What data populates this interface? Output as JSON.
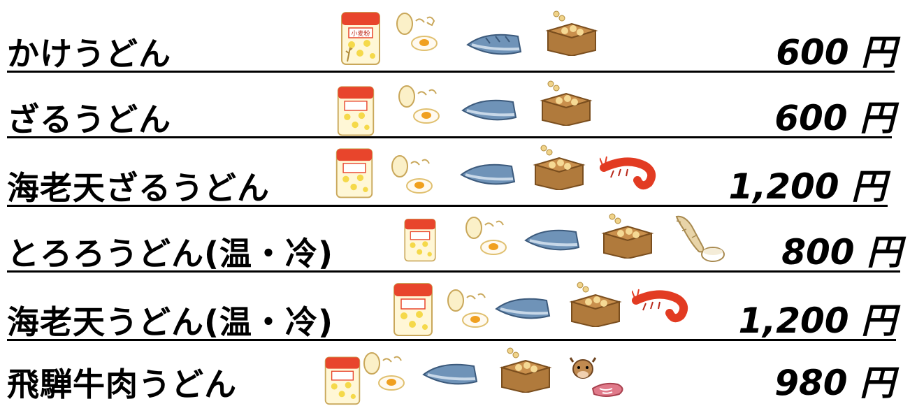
{
  "menu": {
    "items": [
      {
        "name": "かけうどん",
        "price": "600 円",
        "allergens": [
          "wheat-icon",
          "egg-icon",
          "mackerel-icon",
          "soybean-icon"
        ]
      },
      {
        "name": "ざるうどん",
        "price": "600 円",
        "allergens": [
          "wheat-icon",
          "egg-icon",
          "mackerel-icon",
          "soybean-icon"
        ]
      },
      {
        "name": "海老天ざるうどん",
        "price": "1,200 円",
        "allergens": [
          "wheat-icon",
          "egg-icon",
          "mackerel-icon",
          "soybean-icon",
          "shrimp-icon"
        ]
      },
      {
        "name": "とろろうどん(温・冷)",
        "price": "800 円",
        "allergens": [
          "wheat-icon",
          "egg-icon",
          "mackerel-icon",
          "soybean-icon",
          "yam-icon"
        ]
      },
      {
        "name": "海老天うどん(温・冷)",
        "price": "1,200 円",
        "allergens": [
          "wheat-icon",
          "egg-icon",
          "mackerel-icon",
          "soybean-icon",
          "shrimp-icon"
        ]
      },
      {
        "name": "飛騨牛肉うどん",
        "price": "980 円",
        "allergens": [
          "wheat-icon",
          "egg-icon",
          "mackerel-icon",
          "soybean-icon",
          "beef-icon"
        ]
      }
    ],
    "flour_bag_label": "小麦粉"
  },
  "colors": {
    "text": "#000000",
    "flour_red": "#e8452c",
    "flour_yellow": "#f5d94a",
    "fish_blue": "#6f93b8",
    "box_brown": "#b07a3c",
    "shrimp_red": "#e23b22"
  }
}
